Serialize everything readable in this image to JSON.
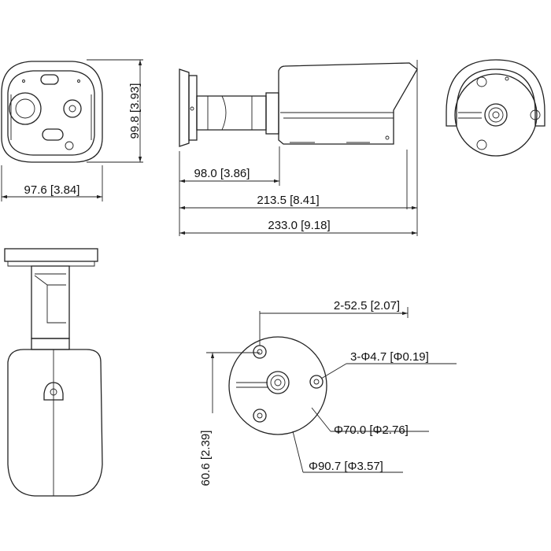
{
  "dimensions": {
    "front_width": "97.6 [3.84]",
    "front_height": "99.8 [3.93]",
    "mount_depth": "98.0 [3.86]",
    "body_length": "213.5 [8.41]",
    "total_length": "233.0 [9.18]",
    "hole_spacing": "2-52.5 [2.07]",
    "hole_diameter": "3-Φ4.7 [Φ0.19]",
    "inner_diameter": "Φ70.0 [Φ2.76]",
    "base_diameter": "Φ90.7 [Φ3.57]",
    "base_height": "60.6 [2.39]"
  }
}
